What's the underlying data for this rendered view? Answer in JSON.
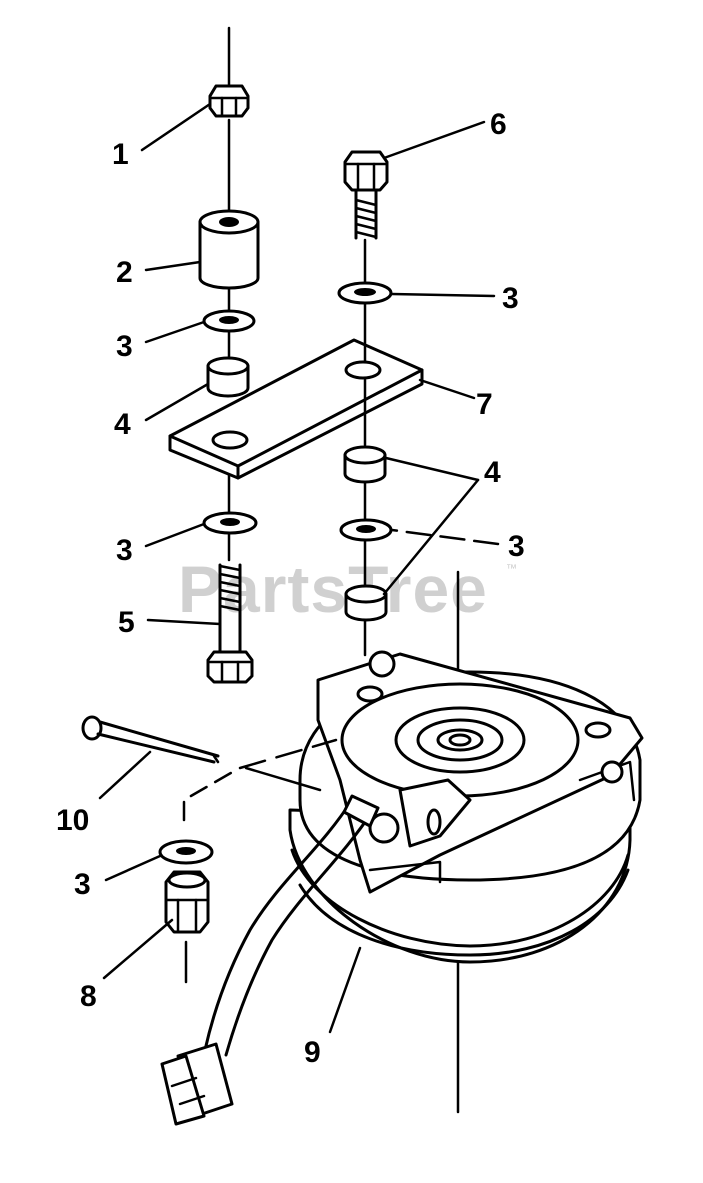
{
  "watermark": {
    "text": "PartsTree",
    "trademark": "™"
  },
  "callouts": [
    {
      "id": "c1",
      "label": "1"
    },
    {
      "id": "c2",
      "label": "2"
    },
    {
      "id": "c3a",
      "label": "3"
    },
    {
      "id": "c4a",
      "label": "4"
    },
    {
      "id": "c3b",
      "label": "3"
    },
    {
      "id": "c5",
      "label": "5"
    },
    {
      "id": "c6",
      "label": "6"
    },
    {
      "id": "c3c",
      "label": "3"
    },
    {
      "id": "c7",
      "label": "7"
    },
    {
      "id": "c4b",
      "label": "4"
    },
    {
      "id": "c3d",
      "label": "3"
    },
    {
      "id": "c10",
      "label": "10"
    },
    {
      "id": "c3e",
      "label": "3"
    },
    {
      "id": "c8",
      "label": "8"
    },
    {
      "id": "c9",
      "label": "9"
    }
  ]
}
